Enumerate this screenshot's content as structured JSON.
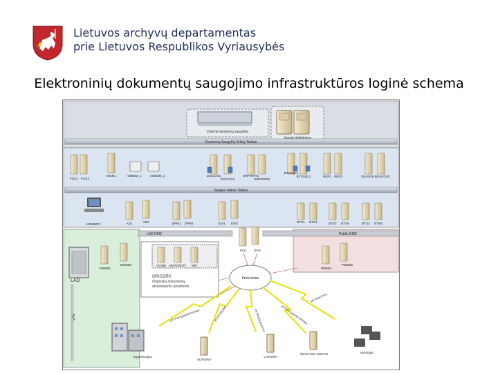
{
  "header": {
    "org_line1": "Lietuvos archyvų departamentas",
    "org_line2": "prie Lietuvos Respublikos Vyriausybės"
  },
  "page_title": "Elektroninių dokumentų saugojimo infrastruktūros loginė schema",
  "diagram": {
    "top_zone": {
      "storage_label": "Diskinė duomenų saugykla",
      "tape_label": "Juostų bibliotekos",
      "bus_label": "Duomenų Saugyklų Sričių Tinklas"
    },
    "servers_row1": [
      "FILE1",
      "FILE2",
      "MGM1",
      "netBSM_1",
      "netBSM_2",
      "DOCCIX1",
      "DOCCIX2",
      "BRPWTR1",
      "BRPWTR2",
      "BTSSQL1",
      "BTSSQL2",
      "REP1",
      "REP2",
      "SEARCH1",
      "SEARCH2"
    ],
    "inner_bus_label": "Saugus vidinis Tinklas",
    "servers_row2": [
      "ADMINPC",
      "AD1",
      "AD2",
      "DPM1",
      "DPM2",
      "IDX1",
      "IDX2",
      "BTS1",
      "BTS4",
      "BTS2",
      "BTS5",
      "BTS3",
      "BTS6"
    ],
    "dmz": {
      "lad_dmz_label": "LAD DMZ",
      "public_dmz_label": "Public DMZ",
      "isa_servers": [
        "ISA1",
        "ISA2"
      ],
      "lad_label": "LAD",
      "eweb_servers": [
        "EWEB1",
        "EWEB2"
      ],
      "apps": [
        "ADOBE",
        "MICROSOFT",
        "IBM",
        "..."
      ],
      "origsrv_title": "ORIGSRV",
      "origsrv_desc_1": "Originalių dokumentų",
      "origsrv_desc_2": "atvaizdavimo posistemė",
      "pweb_servers": [
        "PWEB1",
        "PWEB2"
      ],
      "vpn_label": "VPN"
    },
    "internet_label": "Internetas",
    "links": [
      "HTTPS/SOAP/FTP/Files",
      "HTTPS/SOAP",
      "HTTPS/SOAP/FTP",
      "HTTPS/SOAP/FTP/Files",
      "HTTP/HTTPS"
    ],
    "clients": [
      "Organizacijos",
      "SCRISRV",
      "LAIKSRV",
      "Išorinė Kitos sistemos",
      "Vartotojai"
    ]
  },
  "colors": {
    "org_text": "#22305a",
    "top_zone_bg": "#dadee4",
    "server_zone_bg": "#dbe4f1",
    "lad_zone_bg": "#d9eedb",
    "public_zone_bg": "#f4dfe0",
    "lightning": "#e8e000",
    "line_red": "#c0392b"
  }
}
